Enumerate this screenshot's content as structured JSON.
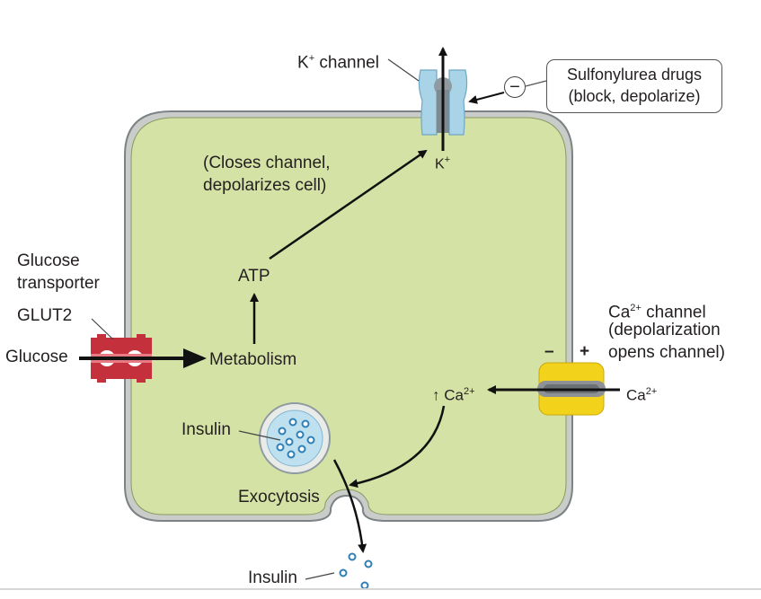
{
  "labels": {
    "k_channel": "K",
    "k_channel_sup": "+",
    "k_channel_suffix": " channel",
    "k_ion": "K",
    "k_ion_sup": "+",
    "drug_line1": "Sulfonylurea drugs",
    "drug_line2": "(block, depolarize)",
    "minus_sign": "−",
    "closes_line1": "(Closes channel,",
    "closes_line2": "depolarizes cell)",
    "glucose_transporter_line1": "Glucose",
    "glucose_transporter_line2": "transporter",
    "glut2": "GLUT2",
    "glucose": "Glucose",
    "atp": "ATP",
    "metabolism": "Metabolism",
    "ca_channel_prefix": "Ca",
    "ca_channel_sup": "2+",
    "ca_channel_suffix": " channel",
    "ca_desc_line1": "(depolarization",
    "ca_desc_line2": "opens channel)",
    "pol_minus": "–",
    "pol_plus": "+",
    "ca_in_arrow": "↑",
    "ca_in": "Ca",
    "ca_in_sup": "2+",
    "ca_out": "Ca",
    "ca_out_sup": "2+",
    "insulin_vesicle": "Insulin",
    "exocytosis": "Exocytosis",
    "insulin_released": "Insulin"
  },
  "colors": {
    "cell_fill": "#d5e2a6",
    "cell_membrane": "#8b9094",
    "k_channel": "#a9d4e8",
    "glut2": "#c4313d",
    "ca_channel": "#f2d21b",
    "vesicle_core": "#bfe0ef",
    "granule": "#2f7fb5"
  }
}
